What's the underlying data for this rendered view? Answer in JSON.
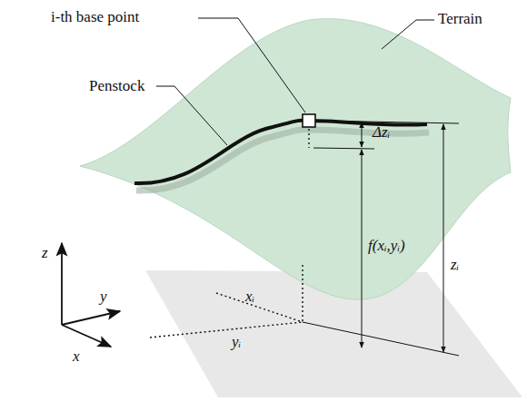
{
  "diagram": {
    "labels": [
      "i-th base point",
      "Terrain",
      "Penstock",
      "Δzᵢ",
      "f(xᵢ,yᵢ)",
      "zᵢ",
      "z",
      "y",
      "x",
      "xᵢ",
      "yᵢ"
    ]
  }
}
